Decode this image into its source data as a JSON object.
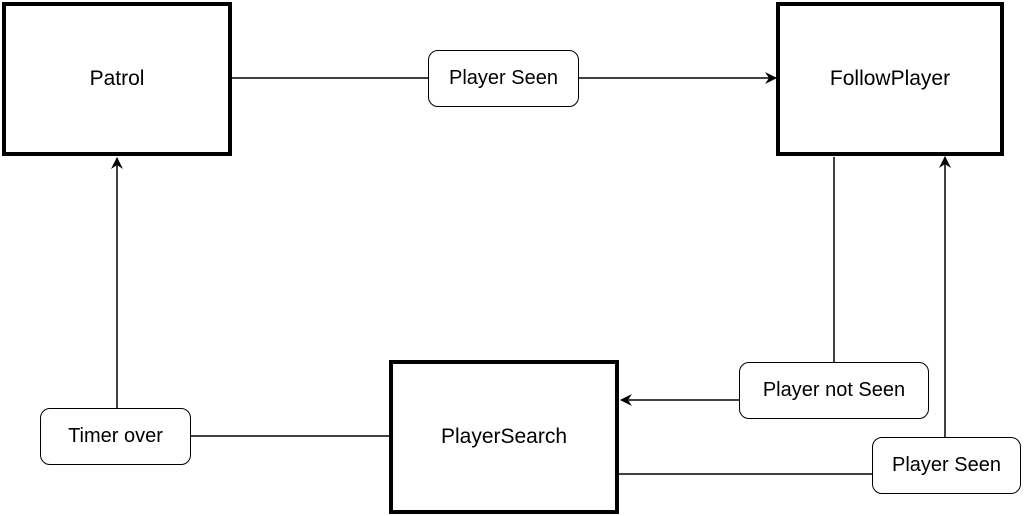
{
  "diagram": {
    "states": {
      "patrol": "Patrol",
      "follow_player": "FollowPlayer",
      "player_search": "PlayerSearch"
    },
    "transitions": {
      "patrol_to_follow": "Player Seen",
      "follow_to_search": "Player not Seen",
      "search_to_follow": "Player Seen",
      "search_to_patrol": "Timer over"
    }
  }
}
